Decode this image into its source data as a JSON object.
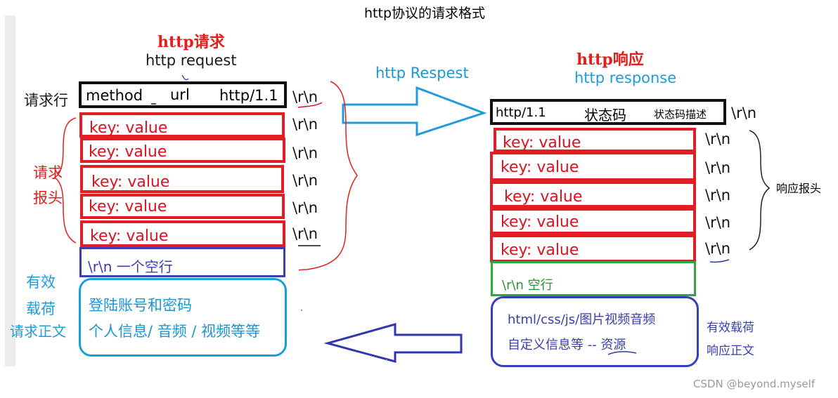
{
  "title": "http协议的请求格式",
  "request": {
    "heading_cn": "http请求",
    "heading_en": "http request",
    "line_label": "请求行",
    "line": {
      "method": "method",
      "url": "url",
      "version": "http/1.1"
    },
    "headers_label_1": "请求",
    "headers_label_2": "报头",
    "headers": [
      "key: value",
      "key: value",
      "key: value",
      "key: value",
      "key: value"
    ],
    "crlf": [
      "\\r\\n",
      "\\r\\n",
      "\\r\\n",
      "\\r\\n",
      "\\r\\n",
      "\\r\\n"
    ],
    "blank_line": "\\r\\n  一个空行",
    "payload_label_1": "有效",
    "payload_label_2": "载荷",
    "payload_label_3": "请求正文",
    "body_line1": "登陆账号和密码",
    "body_line2": "个人信息/ 音频 / 视频等等"
  },
  "arrow_label": "http Respest",
  "response": {
    "heading_cn": "http响应",
    "heading_en": "http response",
    "line": {
      "version": "http/1.1",
      "status": "状态码",
      "desc": "状态码描述"
    },
    "headers": [
      "key: value",
      "key: value",
      "key: value",
      "key: value",
      "key: value"
    ],
    "crlf": [
      "\\r\\n",
      "\\r\\n",
      "\\r\\n",
      "\\r\\n",
      "\\r\\n",
      "\\r\\n"
    ],
    "headers_label": "响应报头",
    "blank_line": "\\r\\n  空行",
    "body_line1": "html/css/js/图片视频音频",
    "body_line2": "自定义信息等 -- 资源",
    "payload_label_1": "有效载荷",
    "payload_label_2": "响应正文"
  },
  "watermark": "CSDN @beyond.myself"
}
